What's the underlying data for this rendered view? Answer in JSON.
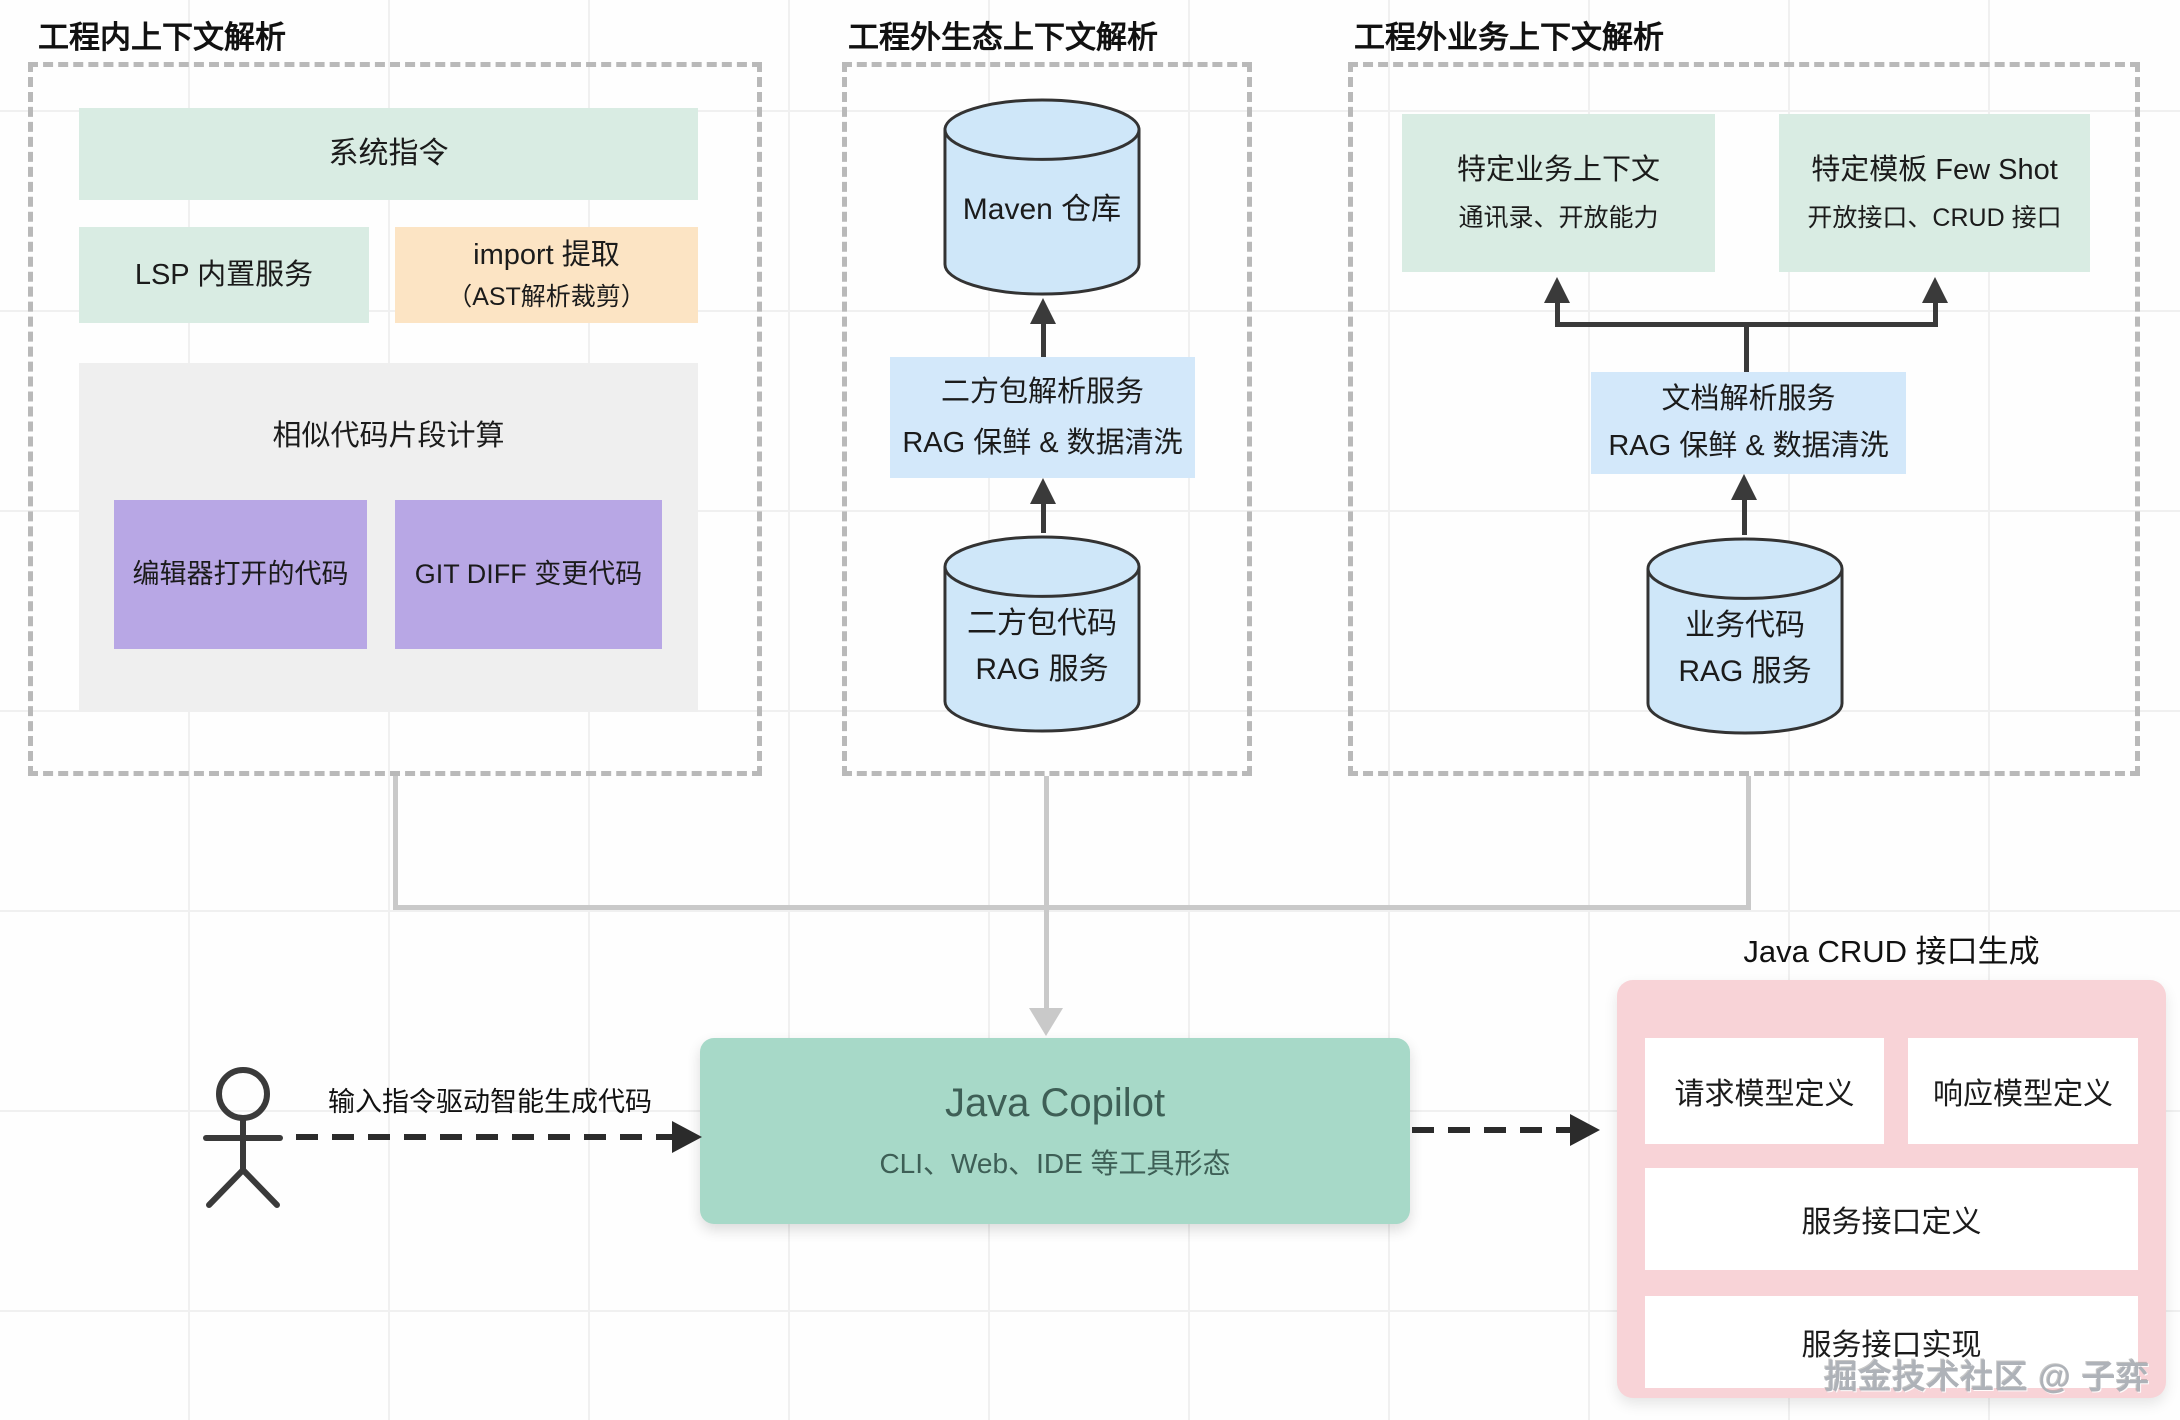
{
  "diagram": {
    "sections": {
      "in_project": {
        "title": "工程内上下文解析",
        "system_box": "系统指令",
        "lsp_box": "LSP 内置服务",
        "import_box_line1": "import 提取",
        "import_box_line2": "（AST解析裁剪）",
        "similar_panel_title": "相似代码片段计算",
        "editor_box": "编辑器打开的代码",
        "gitdiff_box": "GIT DIFF 变更代码"
      },
      "ecosystem": {
        "title": "工程外生态上下文解析",
        "maven_db": "Maven 仓库",
        "parse_service_line1": "二方包解析服务",
        "parse_service_line2": "RAG 保鲜 & 数据清洗",
        "rag_db_line1": "二方包代码",
        "rag_db_line2": "RAG 服务"
      },
      "business": {
        "title": "工程外业务上下文解析",
        "biz_ctx_line1": "特定业务上下文",
        "biz_ctx_line2": "通讯录、开放能力",
        "template_line1": "特定模板 Few Shot",
        "template_line2": "开放接口、CRUD 接口",
        "doc_service_line1": "文档解析服务",
        "doc_service_line2": "RAG 保鲜 & 数据清洗",
        "rag_db_line1": "业务代码",
        "rag_db_line2": "RAG 服务"
      }
    },
    "copilot": {
      "title": "Java Copilot",
      "subtitle": "CLI、Web、IDE 等工具形态"
    },
    "user_flow_label": "输入指令驱动智能生成代码",
    "crud": {
      "title": "Java CRUD 接口生成",
      "request_box": "请求模型定义",
      "response_box": "响应模型定义",
      "service_def_box": "服务接口定义",
      "service_impl_box": "服务接口实现"
    },
    "watermark": "掘金技术社区 @ 子弈",
    "colors": {
      "mint": "#d9ece3",
      "orange": "#fce4c4",
      "purple": "#b8a7e5",
      "panel_gray": "#efefef",
      "cylinder_blue": "#cfe7f9",
      "service_blue": "#d3e8fa",
      "copilot_teal": "#a7d9c8",
      "crud_pink": "#f8d3d7",
      "dash_border": "#b9b9b9",
      "connector_gray": "#c9c9c9",
      "arrow_dark": "#3a3a3a"
    }
  }
}
